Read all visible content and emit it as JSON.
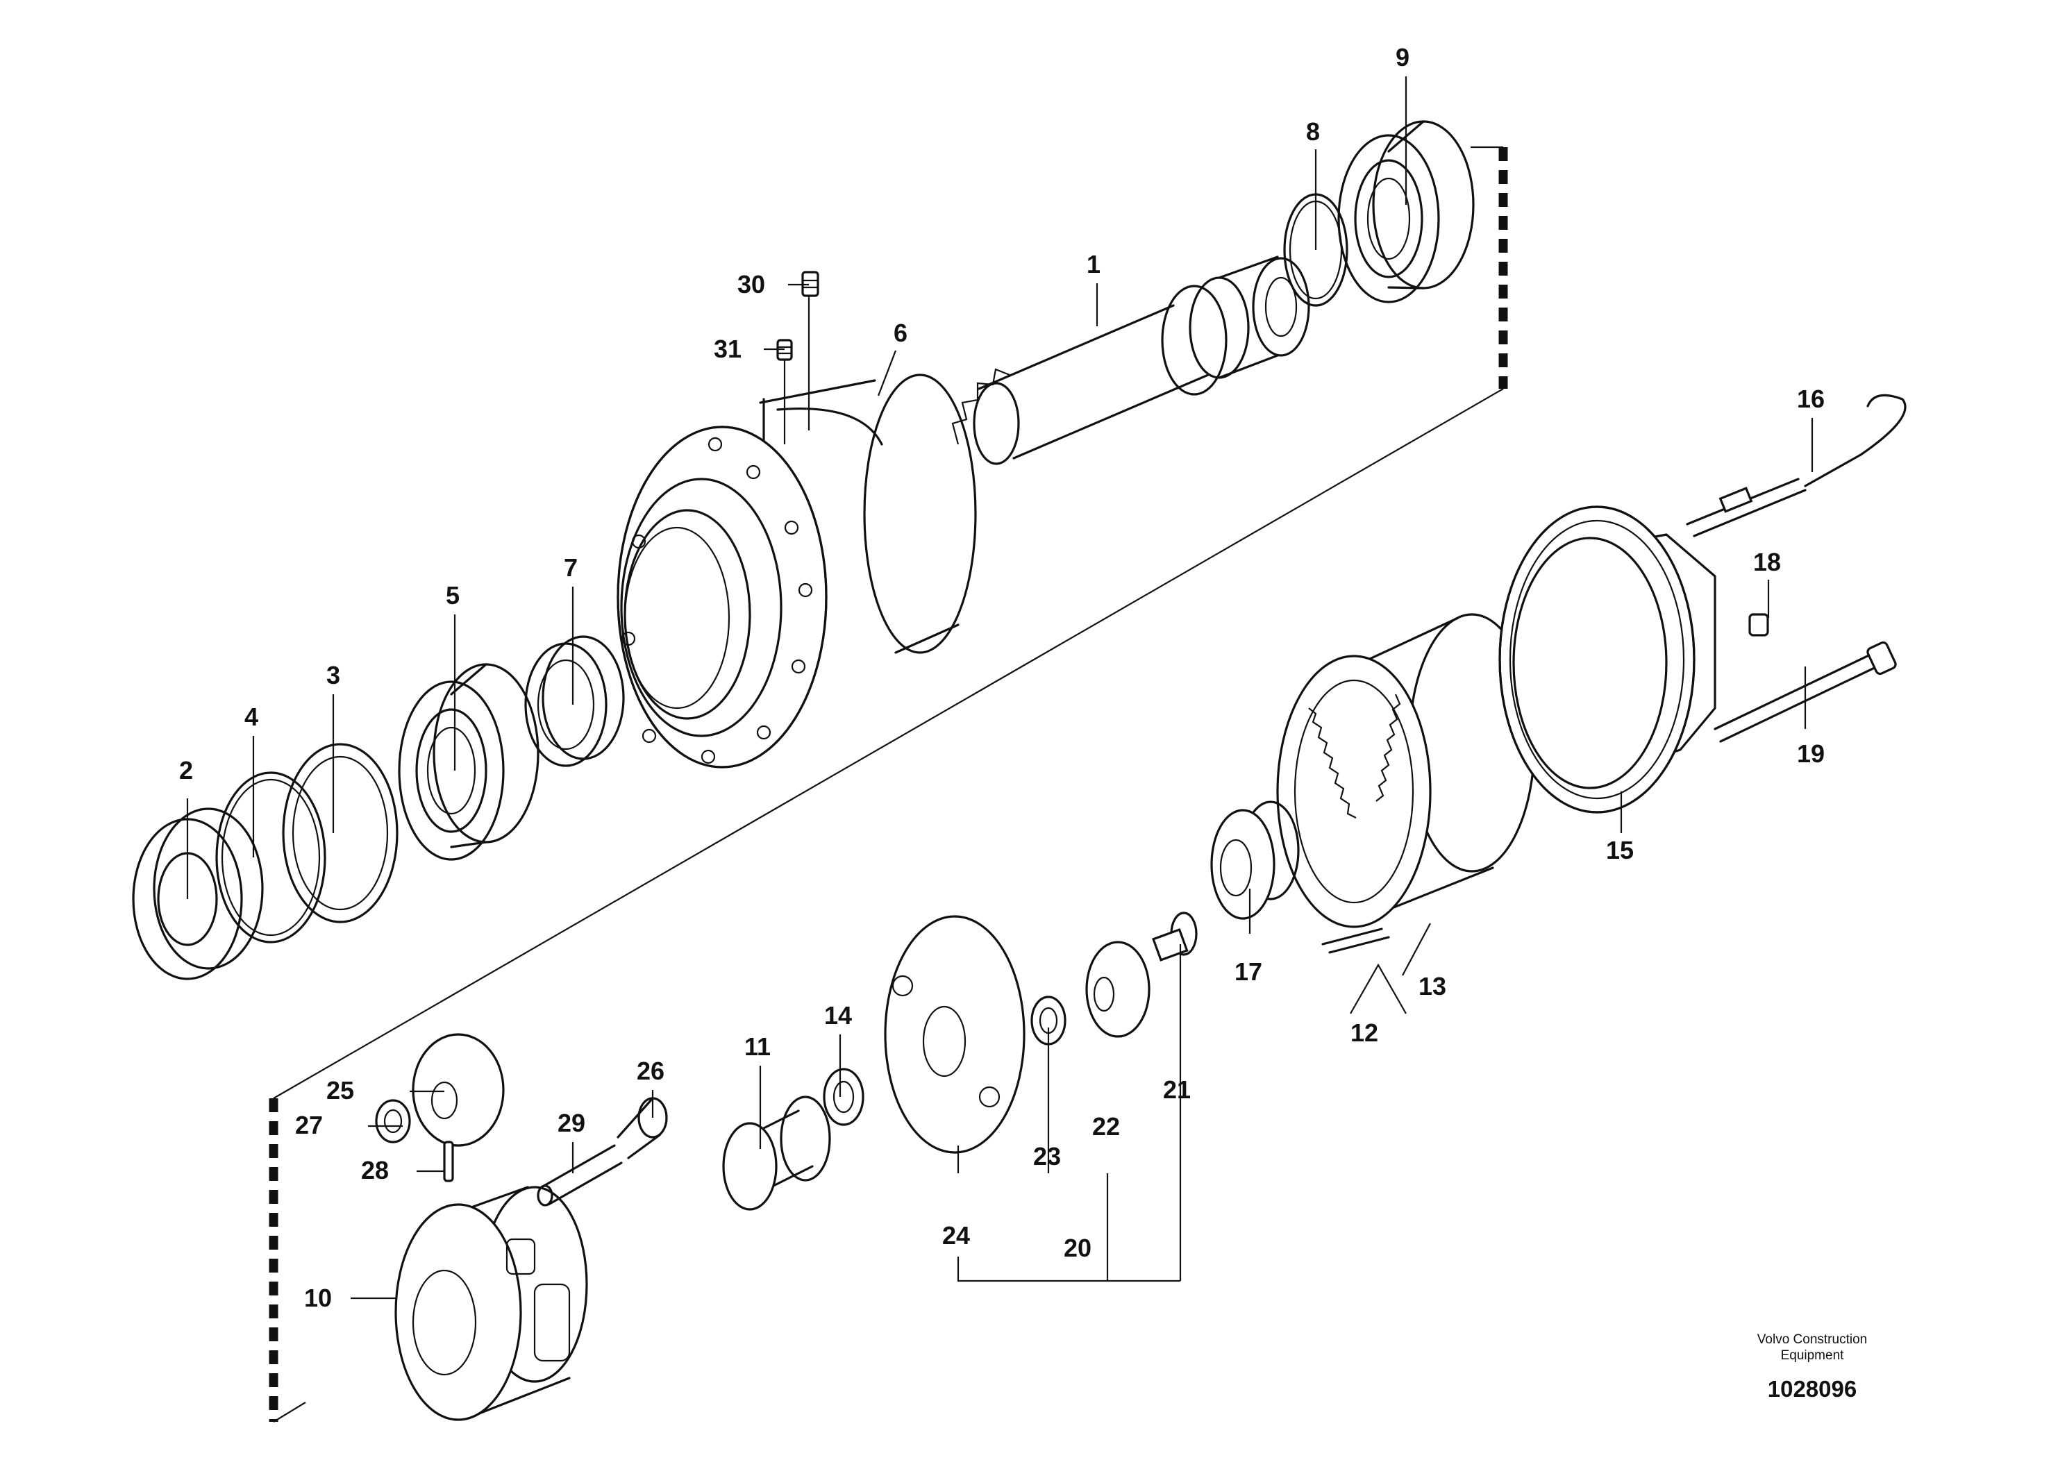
{
  "callouts": {
    "c1": "1",
    "c2": "2",
    "c3": "3",
    "c4": "4",
    "c5": "5",
    "c6": "6",
    "c7": "7",
    "c8": "8",
    "c9": "9",
    "c10": "10",
    "c11": "11",
    "c12": "12",
    "c13": "13",
    "c14": "14",
    "c15": "15",
    "c16": "16",
    "c17": "17",
    "c18": "18",
    "c19": "19",
    "c20": "20",
    "c21": "21",
    "c22": "22",
    "c23": "23",
    "c24": "24",
    "c25": "25",
    "c26": "26",
    "c27": "27",
    "c28": "28",
    "c29": "29",
    "c30": "30",
    "c31": "31"
  },
  "footer": {
    "brand_line1": "Volvo Construction",
    "brand_line2": "Equipment",
    "doc_number": "1028096"
  }
}
